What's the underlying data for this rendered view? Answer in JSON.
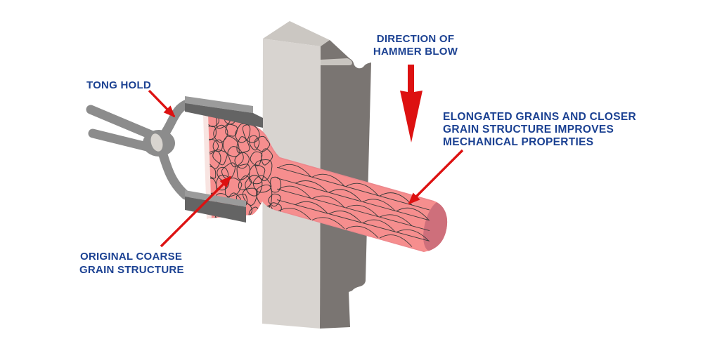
{
  "diagram": {
    "title_hint": "Hot forging grain flow diagram",
    "labels": {
      "tong_hold": "TONG HOLD",
      "hammer_blow_line1": "DIRECTION OF",
      "hammer_blow_line2": "HAMMER BLOW",
      "elongated_line1": "ELONGATED GRAINS AND CLOSER",
      "elongated_line2": "GRAIN STRUCTURE IMPROVES",
      "elongated_line3": "MECHANICAL PROPERTIES",
      "coarse_line1": "ORIGINAL COARSE",
      "coarse_line2": "GRAIN STRUCTURE"
    },
    "colors": {
      "background": "#FFFFFF",
      "label_text": "#1B4192",
      "arrow_red": "#DD1111",
      "workpiece_pink": "#F68E8E",
      "workpiece_edge_highlight": "#F8E4E1",
      "workpiece_shade": "#E2808B",
      "workpiece_end_face": "#CE6F7B",
      "grain_line": "#3A3A3A",
      "tong_gray": "#8C8C8C",
      "tong_dark": "#646464",
      "tong_light": "#9B9B9B",
      "rivet": "#D8D4CF",
      "hammer_front": "#D8D4D0",
      "hammer_top": "#CBC7C2",
      "hammer_side": "#7A7572",
      "hammer_step": "#C9C5C0"
    }
  }
}
